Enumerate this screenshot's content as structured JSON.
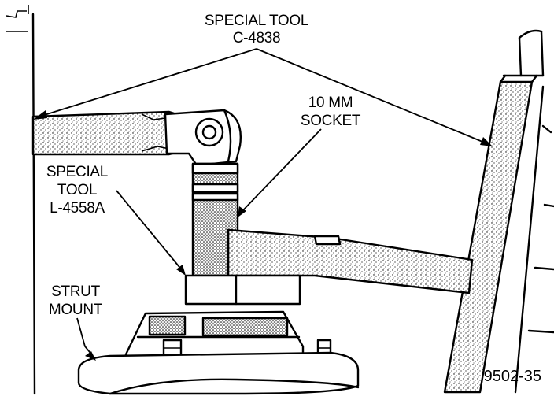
{
  "labels": {
    "special_tool_c_line1": "SPECIAL TOOL",
    "special_tool_c_line2": "C-4838",
    "socket_line1": "10 MM",
    "socket_line2": "SOCKET",
    "special_tool_l_line1": "SPECIAL",
    "special_tool_l_line2": "TOOL",
    "special_tool_l_line3": "L-4558A",
    "strut_mount_line1": "STRUT",
    "strut_mount_line2": "MOUNT",
    "figure_number": "9502-35"
  },
  "colors": {
    "ink": "#000000",
    "paper": "#ffffff"
  }
}
